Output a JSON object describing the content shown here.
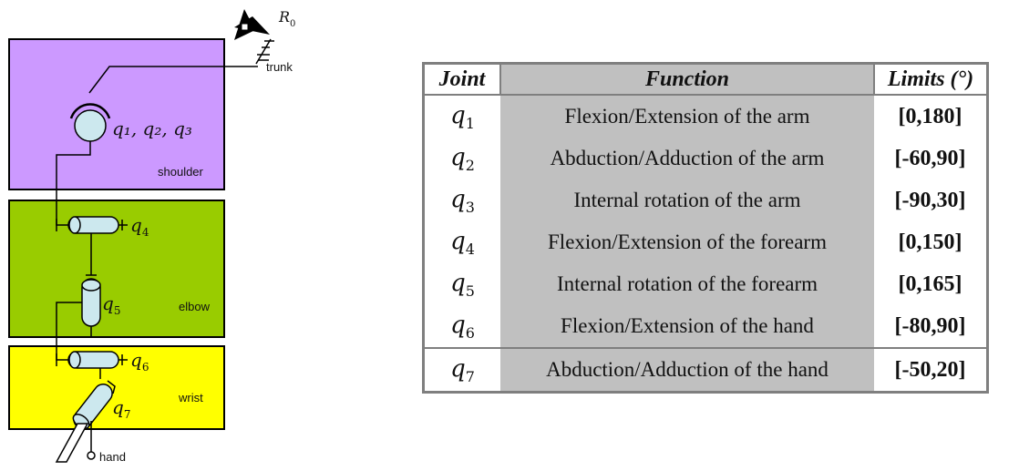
{
  "diagram": {
    "frame_label": "R",
    "frame_sub": "0",
    "trunk_label": "trunk",
    "shoulder_joints_label": "q₁, q₂, q₃",
    "segments": [
      {
        "name": "shoulder",
        "label": "shoulder",
        "color": "#cc99ff"
      },
      {
        "name": "elbow",
        "label": "elbow",
        "color": "#99cc00"
      },
      {
        "name": "wrist",
        "label": "wrist",
        "color": "#ffff00"
      }
    ],
    "joint_labels": [
      {
        "id": "q4",
        "text": "q",
        "sub": "4"
      },
      {
        "id": "q5",
        "text": "q",
        "sub": "5"
      },
      {
        "id": "q6",
        "text": "q",
        "sub": "6"
      },
      {
        "id": "q7",
        "text": "q",
        "sub": "7"
      }
    ],
    "hand_label": "hand",
    "joint_fill": "#cce8ee"
  },
  "table": {
    "headers": {
      "joint": "Joint",
      "function": "Function",
      "limits": "Limits (°)"
    },
    "rows": [
      {
        "q": "q",
        "sub": "1",
        "function": "Flexion/Extension of the arm",
        "limits": "[0,180]"
      },
      {
        "q": "q",
        "sub": "2",
        "function": "Abduction/Adduction of the arm",
        "limits": "[-60,90]"
      },
      {
        "q": "q",
        "sub": "3",
        "function": "Internal rotation of the arm",
        "limits": "[-90,30]"
      },
      {
        "q": "q",
        "sub": "4",
        "function": "Flexion/Extension of the forearm",
        "limits": "[0,150]"
      },
      {
        "q": "q",
        "sub": "5",
        "function": "Internal rotation of the forearm",
        "limits": "[0,165]"
      },
      {
        "q": "q",
        "sub": "6",
        "function": "Flexion/Extension of the hand",
        "limits": "[-80,90]"
      },
      {
        "q": "q",
        "sub": "7",
        "function": "Abduction/Adduction of the hand",
        "limits": "[-50,20]"
      }
    ],
    "header_bg": "#c0c0c0",
    "border_color": "#7f7f7f"
  }
}
